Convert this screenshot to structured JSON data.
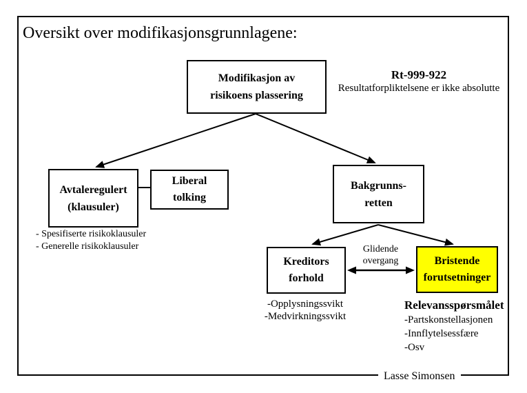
{
  "slide": {
    "title": "Oversikt over modifikasjonsgrunnlagene:",
    "footer": "Lasse Simonsen"
  },
  "diagram": {
    "root_box": {
      "line1": "Modifikasjon av",
      "line2": "risikoens plassering"
    },
    "case_ref": {
      "title": "Rt-999-922",
      "subtitle": "Resultatforpliktelsene er ikke absolutte"
    },
    "avtale_box": {
      "line1": "Avtaleregulert",
      "line2": "(klausuler)"
    },
    "liberal_box": {
      "line1": "Liberal",
      "line2": "tolking"
    },
    "bakgrunn_box": {
      "line1": "Bakgrunns-",
      "line2": "retten"
    },
    "klausul_list": {
      "items": [
        "- Spesifiserte risikoklausuler",
        "- Generelle risikoklausuler"
      ]
    },
    "kreditor_box": {
      "line1": "Kreditors",
      "line2": "forhold"
    },
    "glidende_label": {
      "line1": "Glidende",
      "line2": "overgang"
    },
    "bristende_box": {
      "line1": "Bristende",
      "line2": "forutsetninger"
    },
    "kreditor_list": {
      "items": [
        "-Opplysningssvikt",
        "-Medvirkningssvikt"
      ]
    },
    "relevans_block": {
      "heading": "Relevansspørsmålet",
      "items": [
        "-Partskonstellasjonen",
        "-Innflytelsessfære",
        "-Osv"
      ]
    }
  },
  "colors": {
    "background": "#FFFFFF",
    "line": "#000000",
    "highlight": "#FFFF00"
  }
}
